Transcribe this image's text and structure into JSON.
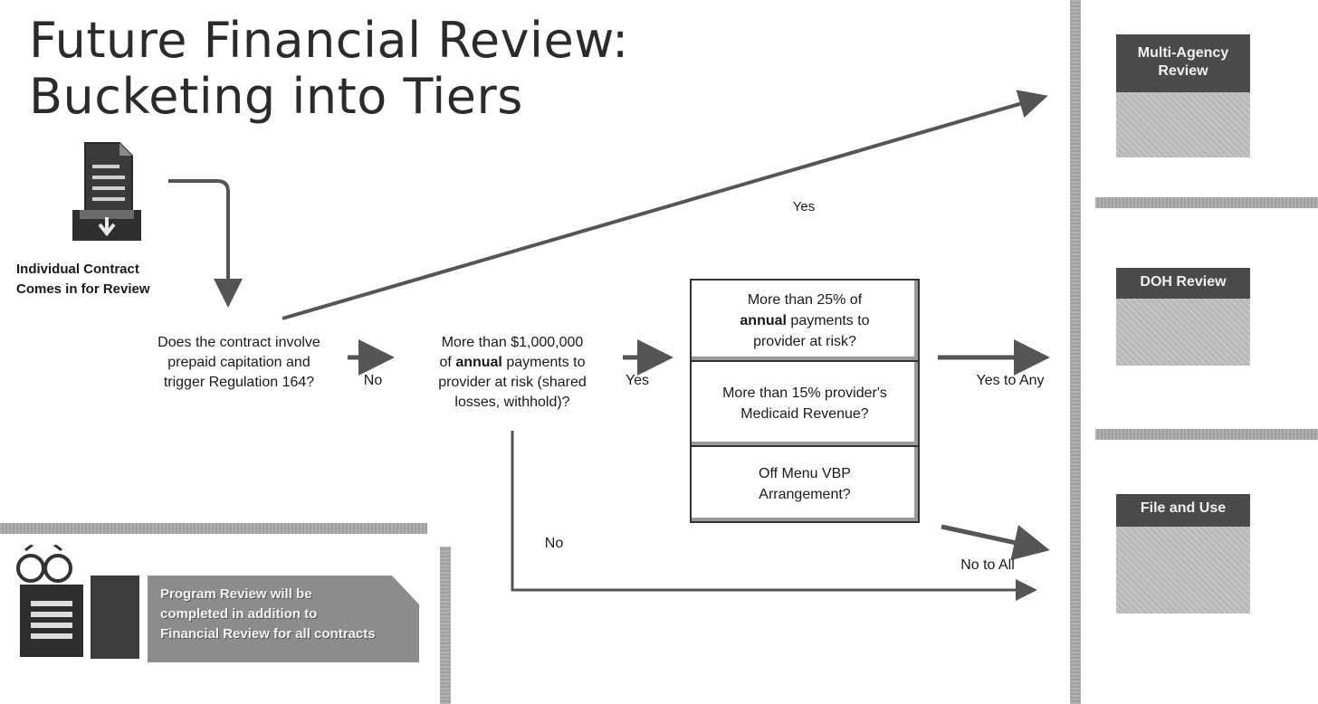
{
  "title": {
    "line1": "Future Financial Review:",
    "line2": "Bucketing into Tiers"
  },
  "start": {
    "label_line1": "Individual Contract",
    "label_line2": "Comes in for Review"
  },
  "question1": {
    "line1": "Does the contract involve",
    "line2": "prepaid capitation and",
    "line3": "trigger Regulation 164?"
  },
  "question2": {
    "line1": "More than $1,000,000",
    "line2_prefix": "of ",
    "line2_bold": "annual",
    "line2_suffix": " payments to",
    "line3": "provider at risk (shared",
    "line4": "losses, withhold)?"
  },
  "criteria": {
    "box1_line1": "More than 25% of",
    "box1_bold": "annual",
    "box1_suffix": " payments to",
    "box1_line3": "provider at risk?",
    "box2_line1": "More than 15% provider's",
    "box2_line2": "Medicaid Revenue?",
    "box3_line1": "Off Menu VBP",
    "box3_line2": "Arrangement?"
  },
  "edges": {
    "q1_yes": "Yes",
    "q1_no": "No",
    "q2_yes": "Yes",
    "q2_no": "No",
    "criteria_yes": "Yes to Any",
    "criteria_no": "No to All"
  },
  "tiers": [
    {
      "label_line1": "Multi-Agency",
      "label_line2": "Review"
    },
    {
      "label_line1": "DOH Review",
      "label_line2": ""
    },
    {
      "label_line1": "File and Use",
      "label_line2": ""
    }
  ],
  "program_note": {
    "line1": "Program Review will be",
    "line2": "completed in addition to",
    "line3": "Financial Review for all contracts"
  },
  "icons": [
    "document-inbox-icon",
    "binoculars-clipboard-icon"
  ],
  "colors": {
    "bar_gray": "#9e9e9e",
    "tier_header": "#4a4a4a",
    "tier_body": "#b8b8b8",
    "arrow": "#555555"
  }
}
